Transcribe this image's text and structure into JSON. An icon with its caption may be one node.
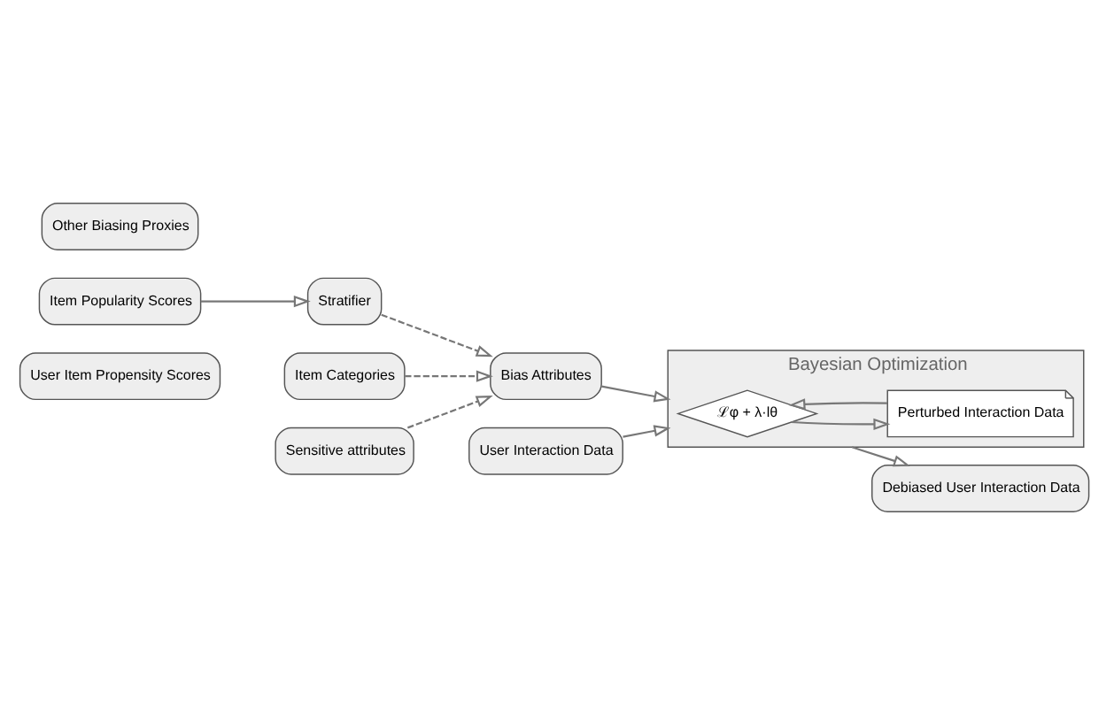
{
  "diagram": {
    "nodes": [
      {
        "text": [
          "User Item Propensity Scores"
        ]
      },
      {
        "text": [
          "Item Popularity Scores"
        ]
      },
      {
        "text": [
          "Other Biasing Proxies"
        ]
      },
      {
        "text": [
          "Stratifier"
        ]
      },
      {
        "text": [
          "Bayesian Optimization"
        ]
      },
      {
        "text": [
          "ℒφ + λ·lθ"
        ],
        "in": 4
      },
      {
        "text": [
          "Perturbed Interaction Data"
        ],
        "in": 4
      },
      {
        "text": [
          "Bias Attributes"
        ]
      },
      {
        "text": [
          "User Interaction Data"
        ]
      },
      {
        "text": [
          "Item Categories"
        ]
      },
      {
        "text": [
          "Sensitive attributes"
        ]
      },
      {
        "text": [
          "Debiased User Interaction Data"
        ]
      }
    ],
    "edges": [
      {
        "from": 1,
        "to": 3,
        "arrow": "to"
      },
      {
        "from": 3,
        "to": 7,
        "arrow": "to",
        "style": "dashed"
      },
      {
        "from": 9,
        "to": 7,
        "arrow": "to",
        "style": "dashed"
      },
      {
        "from": 10,
        "to": 7,
        "arrow": "to",
        "style": "dashed"
      },
      {
        "from": 7,
        "to": 4,
        "arrow": "to"
      },
      {
        "from": 8,
        "to": 4,
        "arrow": "to"
      },
      {
        "from": 5,
        "to": 6,
        "arrow": "to"
      },
      {
        "from": 6,
        "to": 5,
        "arrow": "to"
      },
      {
        "from": 4,
        "to": 11,
        "arrow": "to"
      }
    ]
  }
}
